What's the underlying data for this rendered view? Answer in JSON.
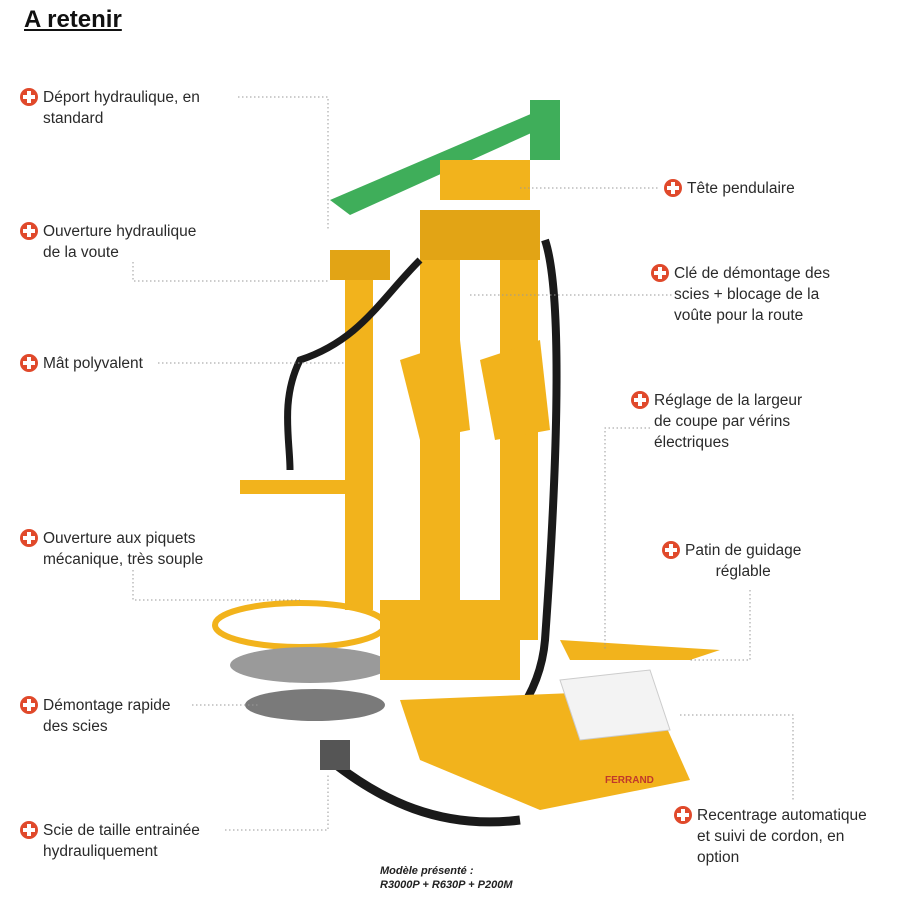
{
  "title": "A retenir",
  "features_left": [
    {
      "text": "Déport hydraulique, en\nstandard",
      "icon": "plus-icon"
    },
    {
      "text": "Ouverture hydraulique\nde la voute",
      "icon": "plus-icon"
    },
    {
      "text": "Mât polyvalent",
      "icon": "plus-icon"
    },
    {
      "text": "Ouverture aux piquets\nmécanique, très souple",
      "icon": "plus-icon"
    },
    {
      "text": "Démontage rapide\ndes scies",
      "icon": "plus-icon"
    },
    {
      "text": "Scie de taille entrainée\nhydrauliquement",
      "icon": "plus-icon"
    }
  ],
  "features_right": [
    {
      "text": "Tête pendulaire",
      "icon": "plus-icon"
    },
    {
      "text": "Clé de démontage des\nscies + blocage de la\nvoûte pour la route",
      "icon": "plus-icon"
    },
    {
      "text": "Réglage de la largeur\nde coupe par vérins\nélectriques",
      "icon": "plus-icon"
    },
    {
      "text": "Patin de guidage\nréglable",
      "icon": "plus-icon"
    },
    {
      "text": "Recentrage automatique\net suivi de cordon, en\noption",
      "icon": "plus-icon"
    }
  ],
  "caption": {
    "line1": "Modèle présenté :",
    "line2": "R3000P + R630P + P200M"
  },
  "brand": "FERRAND",
  "colors": {
    "accent": "#e0492b",
    "machine_yellow": "#f2b31c",
    "beam_green": "#3fae5a"
  }
}
